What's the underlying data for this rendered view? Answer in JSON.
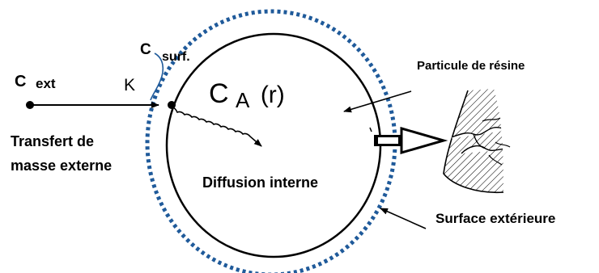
{
  "labels": {
    "c_ext_letter": "C",
    "c_ext_sub": "ext",
    "c_surf_letter": "C",
    "c_surf_sub": "surf.",
    "k": "K",
    "ca_main": "C",
    "ca_sub": "A",
    "ca_arg": "(r)",
    "particle": "Particule de résine",
    "transfer_line1": "Transfert de",
    "transfer_line2": "masse externe",
    "diffusion": "Diffusion interne",
    "surface": "Surface extérieure"
  },
  "colors": {
    "ink": "#000000",
    "dotted_boundary": "#1f5a9a",
    "background": "#ffffff"
  },
  "icons": {
    "resin_particle": "hatched-resin-particle-icon",
    "hollow_arrow": "hollow-arrow-icon"
  }
}
